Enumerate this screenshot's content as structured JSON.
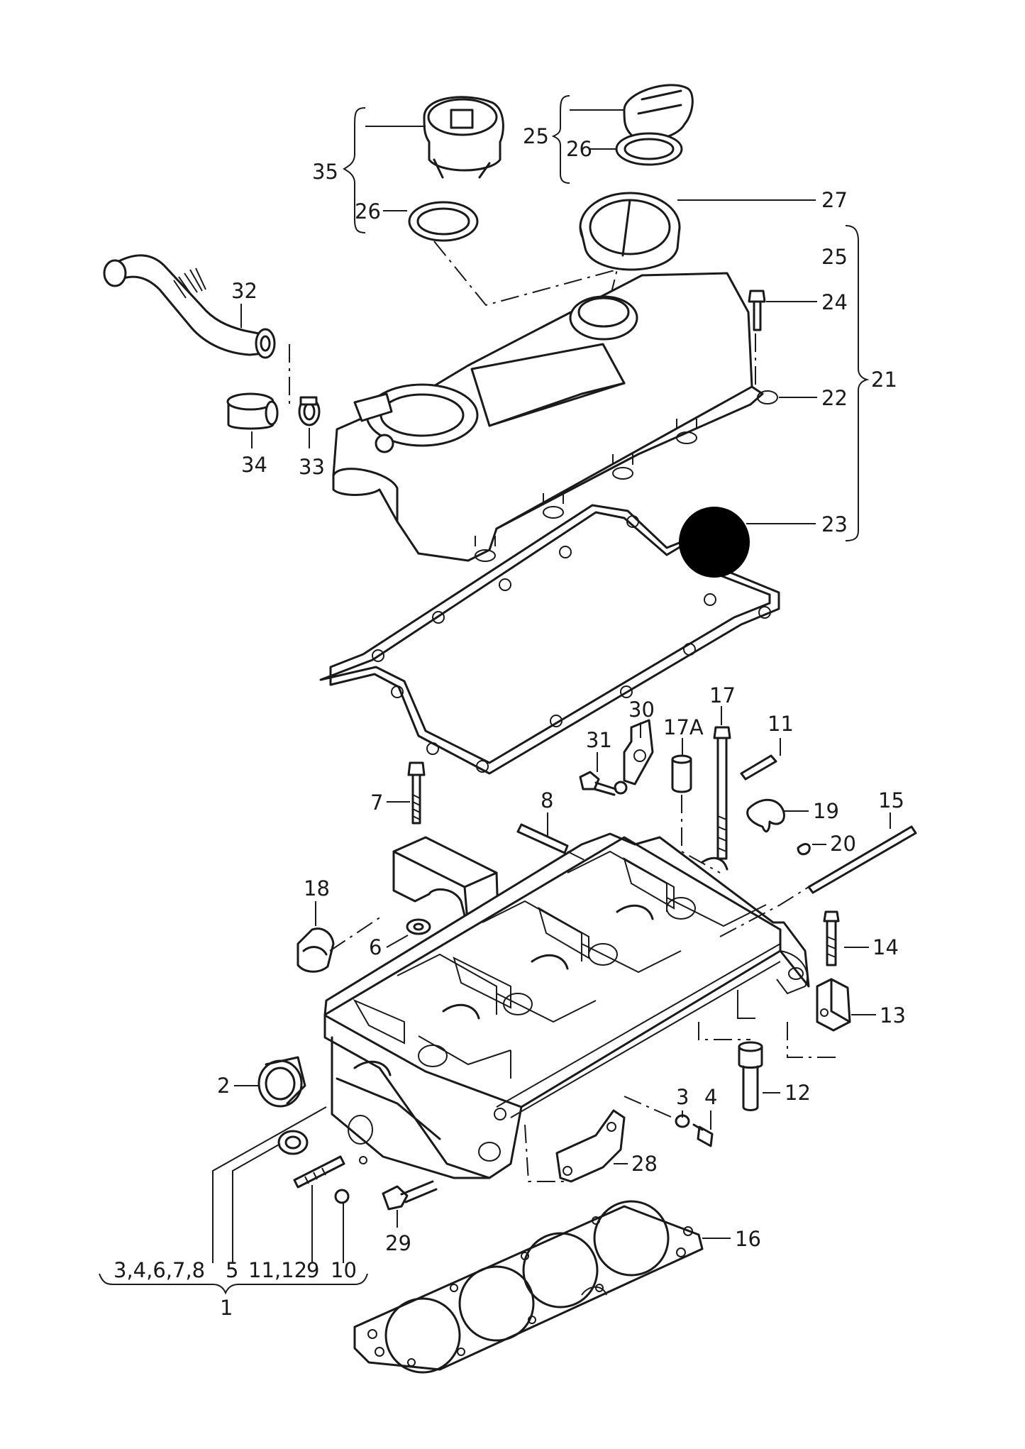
{
  "labels": {
    "p1": "1",
    "p2": "2",
    "p3": "3",
    "p4": "4",
    "p5": "5",
    "p6": "6",
    "p7": "7",
    "p8": "8",
    "p9": "9",
    "p10": "10",
    "p11": "11",
    "p12": "12",
    "p13": "13",
    "p14": "14",
    "p15": "15",
    "p16": "16",
    "p17": "17",
    "p17a": "17A",
    "p18": "18",
    "p19": "19",
    "p20": "20",
    "p21": "21",
    "p22": "22",
    "p23": "23",
    "p24": "24",
    "p25_top": "25",
    "p25_side": "25",
    "p26_left": "26",
    "p26_right": "26",
    "p27": "27",
    "p28": "28",
    "p29": "29",
    "p30": "30",
    "p31": "31",
    "p32": "32",
    "p33": "33",
    "p34": "34",
    "p35": "35",
    "group_a": "3,4,6,7,8",
    "group_b": "5",
    "group_c": "11,12",
    "group_d": "9",
    "group_e": "10"
  },
  "colors": {
    "line": "#1a1a1a",
    "background": "#ffffff",
    "marker": "#000000"
  }
}
